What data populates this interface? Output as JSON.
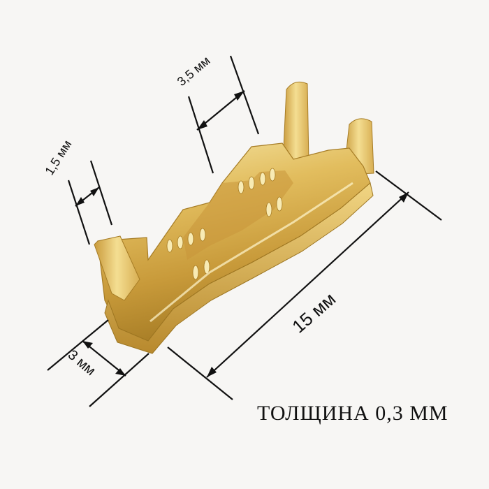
{
  "dimensions": {
    "slot_width": "3,5 мм",
    "tab_width": "1,5 мм",
    "height": "3 мм",
    "length": "15 мм"
  },
  "caption": "ТОЛЩИНА 0,3 ММ",
  "colors": {
    "background": "#f7f6f4",
    "brass_light": "#f3dd8c",
    "brass_mid": "#d9b04f",
    "brass_dark": "#9c7521",
    "lines": "#111111"
  }
}
